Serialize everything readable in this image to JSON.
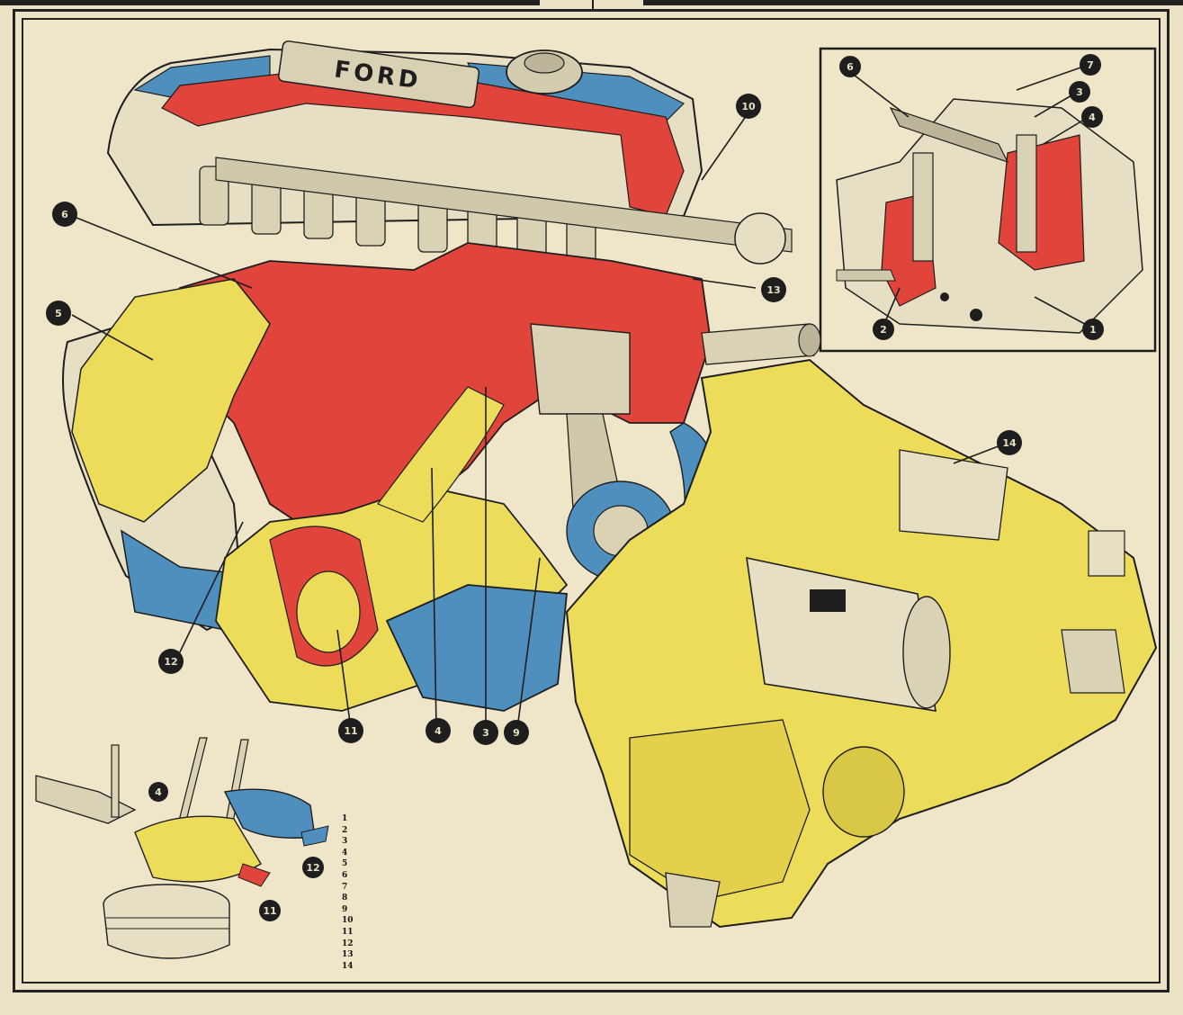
{
  "callouts_main": [
    {
      "id": "c5",
      "label": "5"
    },
    {
      "id": "c6",
      "label": "6"
    },
    {
      "id": "c10",
      "label": "10"
    },
    {
      "id": "c13",
      "label": "13"
    },
    {
      "id": "c14",
      "label": "14"
    },
    {
      "id": "c12",
      "label": "12"
    },
    {
      "id": "c11",
      "label": "11"
    },
    {
      "id": "c4",
      "label": "4"
    },
    {
      "id": "c3",
      "label": "3"
    },
    {
      "id": "c9",
      "label": "9"
    }
  ],
  "callouts_inset": [
    {
      "id": "i6",
      "label": "6"
    },
    {
      "id": "i7",
      "label": "7"
    },
    {
      "id": "i3",
      "label": "3"
    },
    {
      "id": "i4",
      "label": "4"
    },
    {
      "id": "i2",
      "label": "2"
    },
    {
      "id": "i1",
      "label": "1"
    }
  ],
  "callouts_detail": [
    {
      "id": "d4",
      "label": "4"
    },
    {
      "id": "d12",
      "label": "12"
    },
    {
      "id": "d11",
      "label": "11"
    }
  ],
  "legend_numbers": [
    "1",
    "2",
    "3",
    "4",
    "5",
    "6",
    "7",
    "8",
    "9",
    "10",
    "11",
    "12",
    "13",
    "14"
  ],
  "cover_lettering": "FORD",
  "colors": {
    "paper": "#ece3c6",
    "yellow": "#ecdc5a",
    "red": "#e0443a",
    "blue": "#4f8fbe",
    "ink": "#1e1e1e"
  }
}
